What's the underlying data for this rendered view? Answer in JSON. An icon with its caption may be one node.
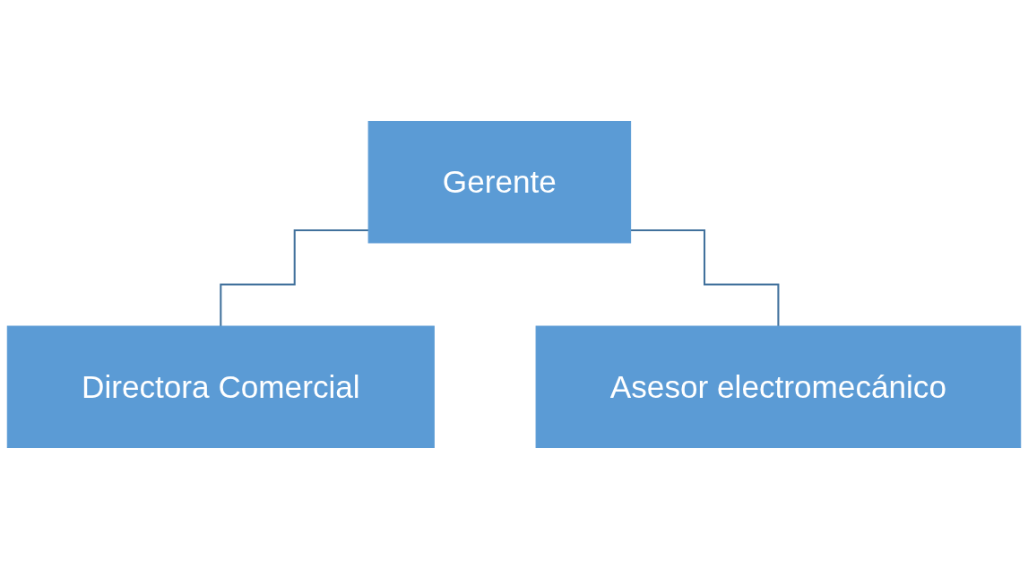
{
  "diagram": {
    "nodes": [
      {
        "text": [
          "Gerente"
        ]
      },
      {
        "text": [
          "Directora Comercial"
        ]
      },
      {
        "text": [
          "Asesor electromecánico"
        ]
      }
    ],
    "edges": [
      {
        "from": 0,
        "to": 1,
        "arrow": "none"
      },
      {
        "from": 0,
        "to": 2,
        "arrow": "none"
      }
    ]
  }
}
